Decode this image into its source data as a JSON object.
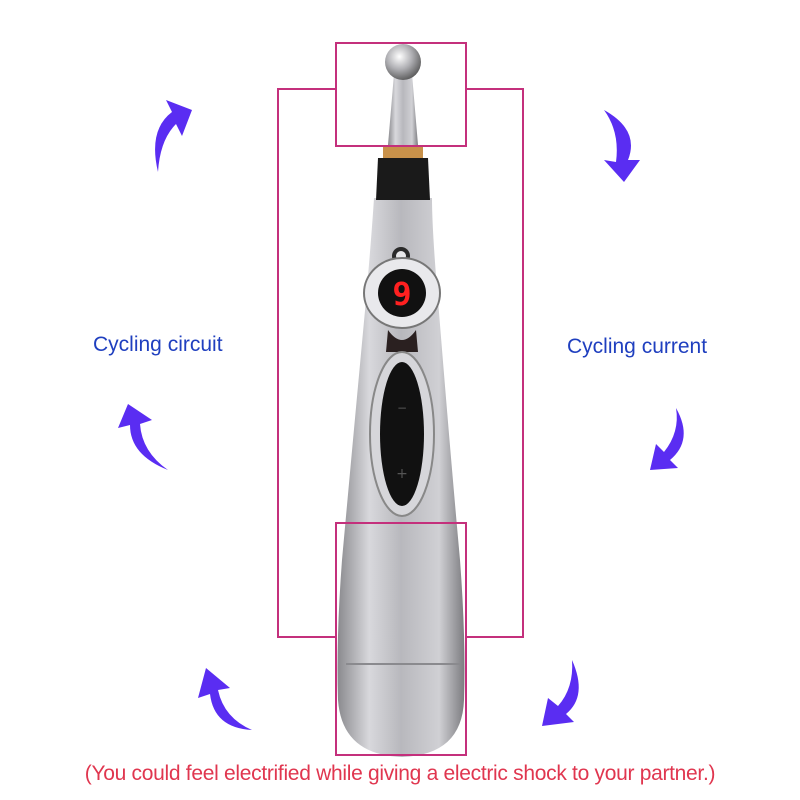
{
  "labels": {
    "left": "Cycling circuit",
    "right": "Cycling current"
  },
  "caption": "(You could feel electrified while giving a electric shock to your partner.)",
  "display": {
    "digit": "9",
    "minus": "−",
    "plus": "+"
  },
  "colors": {
    "arrow": "#5a2df2",
    "text": "#1f3fbf",
    "box": "#c4307c",
    "caption": "#e0364f",
    "digit": "#ff2020"
  }
}
